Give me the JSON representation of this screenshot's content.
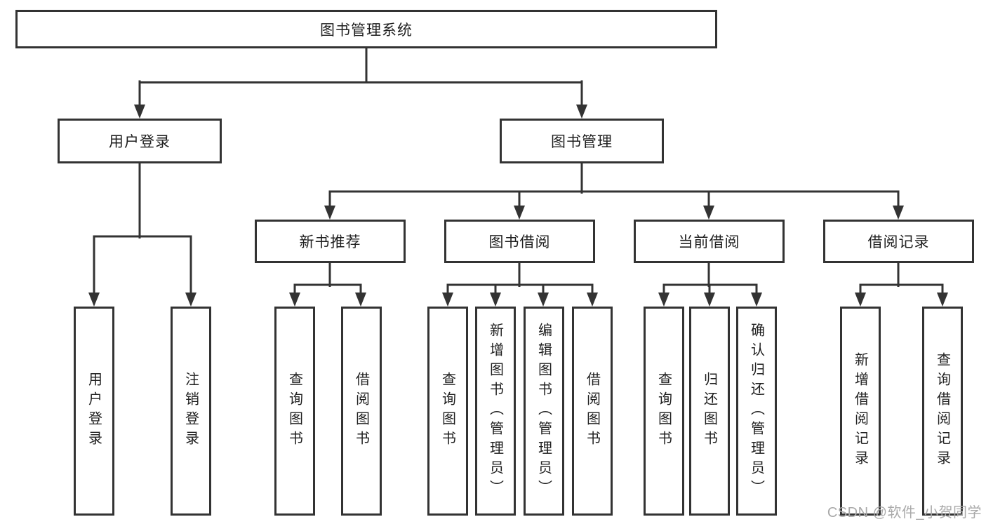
{
  "diagram": {
    "root": "图书管理系统",
    "login": {
      "label": "用户登录",
      "children": [
        "用户登录",
        "注销登录"
      ]
    },
    "management": {
      "label": "图书管理",
      "groups": [
        {
          "label": "新书推荐",
          "children": [
            "查询图书",
            "借阅图书"
          ]
        },
        {
          "label": "图书借阅",
          "children": [
            "查询图书",
            "新增图书（管理员）",
            "编辑图书（管理员）",
            "借阅图书"
          ]
        },
        {
          "label": "当前借阅",
          "children": [
            "查询图书",
            "归还图书",
            "确认归还（管理员）"
          ]
        },
        {
          "label": "借阅记录",
          "children": [
            "新增借阅记录",
            "查询借阅记录"
          ]
        }
      ]
    },
    "colors": {
      "line": "#333333",
      "box_border": "#333333",
      "box_fill": "#ffffff",
      "text": "#1f1f1f",
      "watermark": "#a9a9a9"
    },
    "watermark": "CSDN @软件_小贺同学"
  }
}
